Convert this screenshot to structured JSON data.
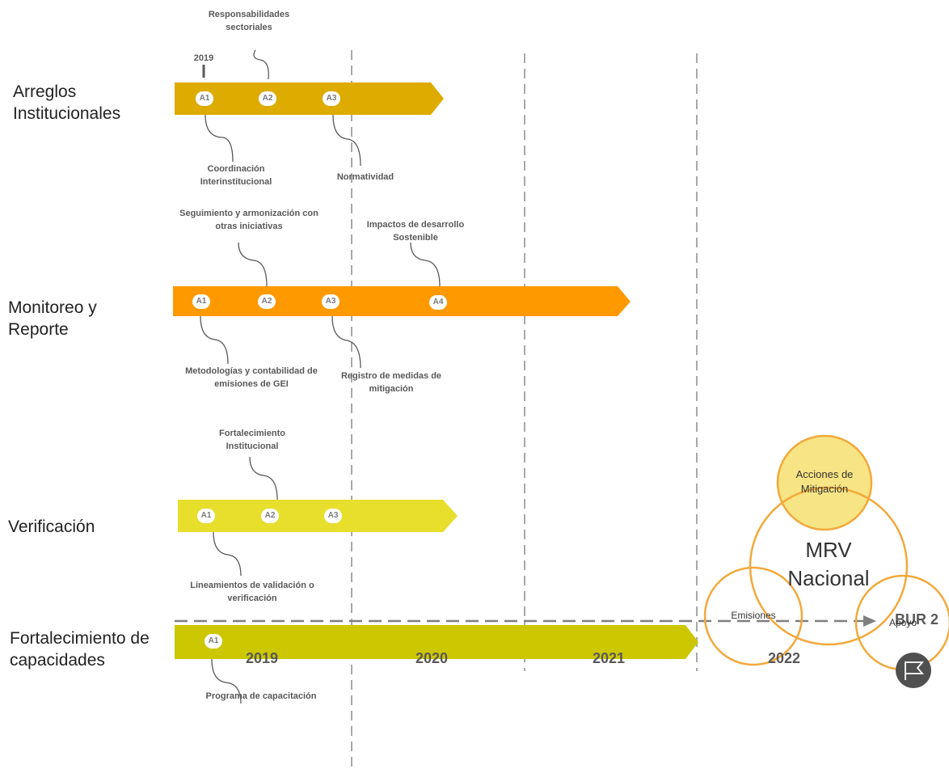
{
  "rows": [
    {
      "id": "arreglos",
      "label_line1": "Arreglos",
      "label_line2": "Institucionales",
      "color": "#DEAB00"
    },
    {
      "id": "monitoreo",
      "label_line1": "Monitoreo y",
      "label_line2": "Reporte",
      "color": "#FF9900"
    },
    {
      "id": "verificacion",
      "label_line1": "Verificación",
      "label_line2": "",
      "color": "#E8DE2C"
    },
    {
      "id": "fortalecimiento",
      "label_line1": "Fortalecimiento de",
      "label_line2": "capacidades",
      "color": "#CCC700"
    }
  ],
  "markers": {
    "a1": "A1",
    "a2": "A2",
    "a3": "A3",
    "a4": "A4"
  },
  "annotations": {
    "responsabilidades": "Responsabilidades sectoriales",
    "year2019_tag": "2019",
    "coordinacion": "Coordinación Interinstitucional",
    "normatividad": "Normatividad",
    "seguimiento": "Seguimiento y armonización con otras iniciativas",
    "impactos": "Impactos de desarrollo Sostenible",
    "metodologias": "Metodologías y contabilidad de emisiones de GEI",
    "registro": "Registro de medidas de mitigación",
    "fortalecimiento_inst": "Fortalecimiento Institucional",
    "lineamientos": "Lineamientos de validación o verificación",
    "programa": "Programa de capacitación"
  },
  "timeline": {
    "years": [
      "2019",
      "2020",
      "2021",
      "2022"
    ],
    "end_label": "BUR 2"
  },
  "mrv": {
    "top": "Acciones de Mitigación",
    "center_line1": "MRV",
    "center_line2": "Nacional",
    "left": "Emisiones",
    "right": "Apoyo",
    "top_fill": "#F7E484",
    "stroke": "#F2A93B"
  },
  "icons": {
    "flag": "flag-icon"
  }
}
